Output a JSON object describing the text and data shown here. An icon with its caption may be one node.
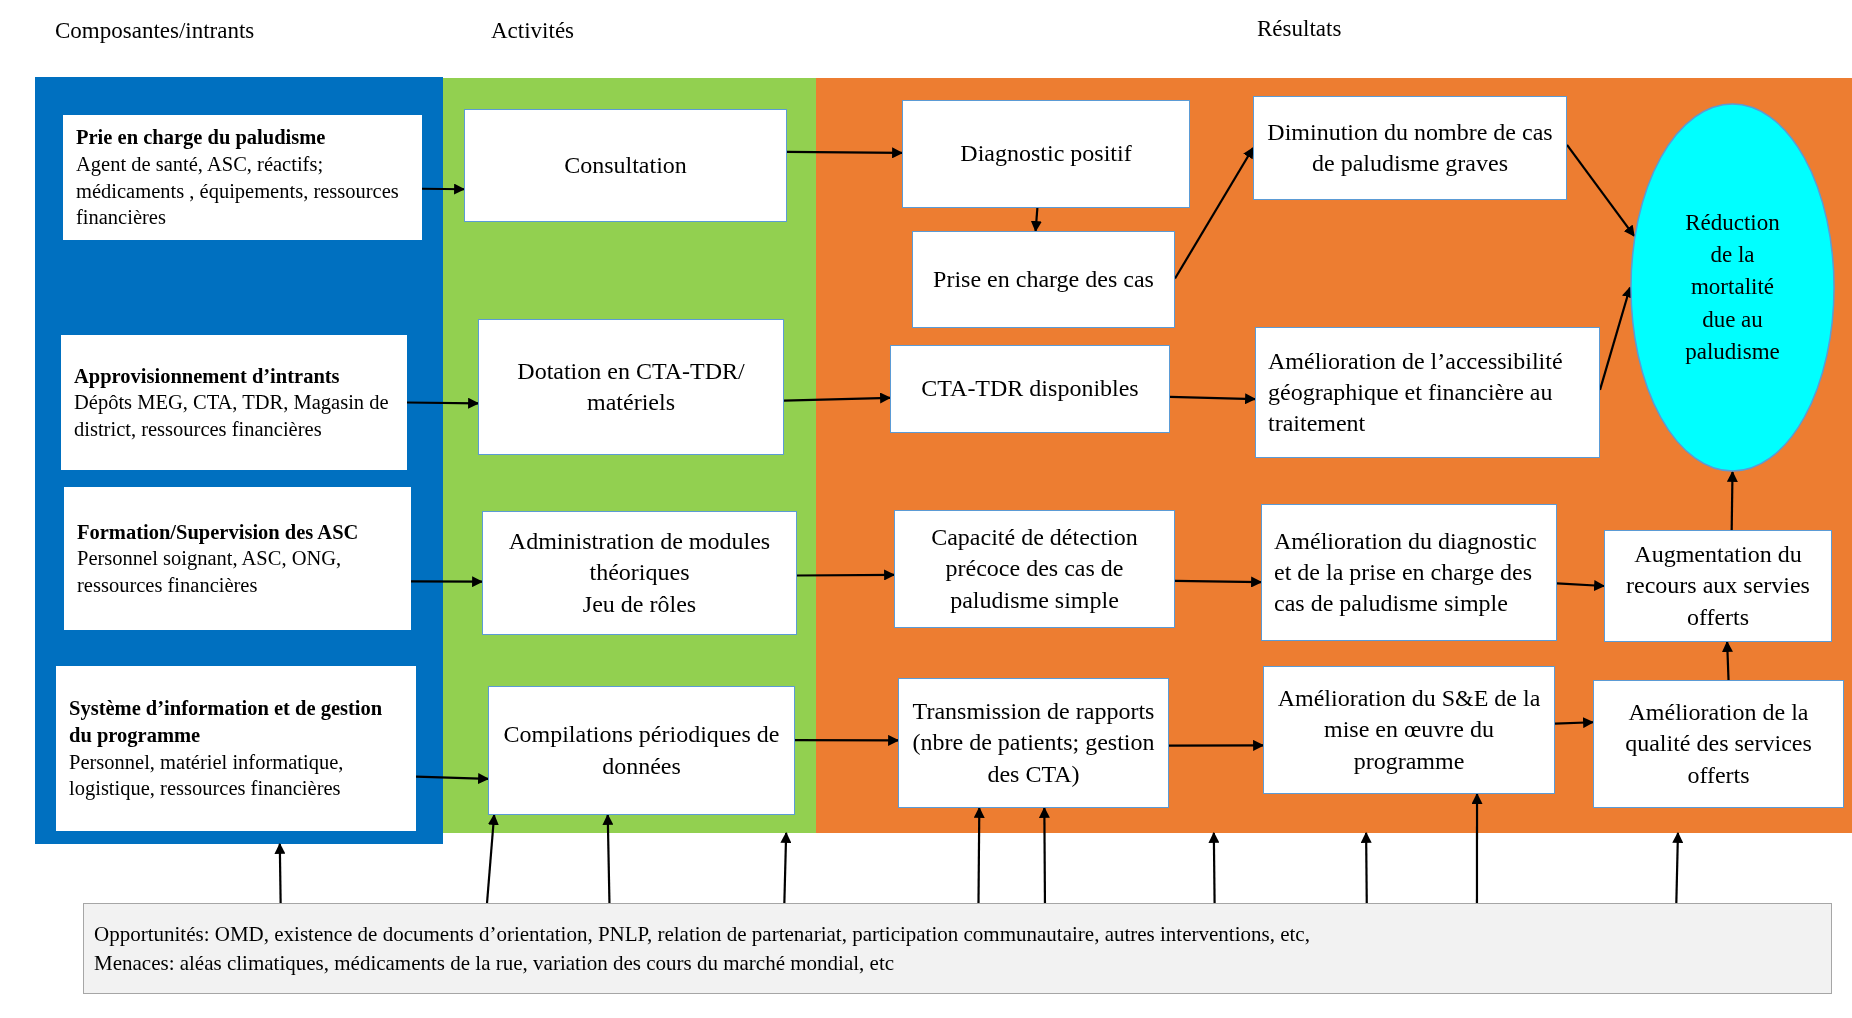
{
  "diagram": {
    "nodes": [
      {
        "text": [
          "Composantes/intrants"
        ]
      },
      {
        "text": [
          "Activités"
        ]
      },
      {
        "text": [
          "Résultats"
        ]
      },
      {
        "text": [
          "Prie en charge du paludisme",
          "Agent de santé, ASC, réactifs; médicaments , équipements, ressources financières"
        ],
        "in": 0
      },
      {
        "text": [
          "Approvisionnement d’intrants",
          "Dépôts MEG, CTA, TDR, Magasin de district, ressources financières"
        ],
        "in": 0
      },
      {
        "text": [
          "Formation/Supervision des ASC",
          "Personnel soignant, ASC, ONG, ressources financières"
        ],
        "in": 0
      },
      {
        "text": [
          "Système d’information et de gestion du programme",
          "Personnel, matériel informatique, logistique, ressources financières"
        ],
        "in": 0
      },
      {
        "text": [
          "Consultation"
        ],
        "in": 1
      },
      {
        "text": [
          "Dotation en CTA-TDR/ matériels"
        ],
        "in": 1
      },
      {
        "text": [
          "Administration de modules théoriques",
          "Jeu de rôles"
        ],
        "in": 1
      },
      {
        "text": [
          "Compilations périodiques de données"
        ],
        "in": 1
      },
      {
        "text": [
          "Diagnostic positif"
        ],
        "in": 2
      },
      {
        "text": [
          "Prise en charge des cas"
        ],
        "in": 2
      },
      {
        "text": [
          "CTA-TDR disponibles"
        ],
        "in": 2
      },
      {
        "text": [
          "Capacité de détection précoce des cas de paludisme simple"
        ],
        "in": 2
      },
      {
        "text": [
          "Transmission de rapports (nbre de patients; gestion des CTA)"
        ],
        "in": 2
      },
      {
        "text": [
          "Diminution du nombre de cas de paludisme graves"
        ],
        "in": 2
      },
      {
        "text": [
          "Amélioration de l’accessibilité géographique et financière au traitement"
        ],
        "in": 2
      },
      {
        "text": [
          "Amélioration  du diagnostic et de la prise en charge des cas de paludisme simple"
        ],
        "in": 2
      },
      {
        "text": [
          "Amélioration du S&E de la mise en œuvre du programme"
        ],
        "in": 2
      },
      {
        "text": [
          "Réduction de la mortalité due au paludisme"
        ],
        "in": 2
      },
      {
        "text": [
          "Augmentation du recours aux servies offerts"
        ],
        "in": 2
      },
      {
        "text": [
          "Amélioration de la qualité des services offerts"
        ],
        "in": 2
      },
      {
        "text": [
          "Opportunités: OMD, existence de documents d’orientation, PNLP, relation de partenariat, participation communautaire, autres interventions, etc,",
          "Menaces: aléas climatiques, médicaments de la rue, variation des cours du marché mondial, etc"
        ]
      }
    ],
    "edges": [
      {
        "from": 3,
        "to": 7,
        "arrow": "to"
      },
      {
        "from": 4,
        "to": 8,
        "arrow": "to"
      },
      {
        "from": 5,
        "to": 9,
        "arrow": "to"
      },
      {
        "from": 6,
        "to": 10,
        "arrow": "to"
      },
      {
        "from": 7,
        "to": 11,
        "arrow": "to"
      },
      {
        "from": 8,
        "to": 13,
        "arrow": "to"
      },
      {
        "from": 9,
        "to": 14,
        "arrow": "to"
      },
      {
        "from": 10,
        "to": 15,
        "arrow": "to"
      },
      {
        "from": 11,
        "to": 12,
        "arrow": "to"
      },
      {
        "from": 12,
        "to": 16,
        "arrow": "to"
      },
      {
        "from": 13,
        "to": 17,
        "arrow": "to"
      },
      {
        "from": 14,
        "to": 18,
        "arrow": "to"
      },
      {
        "from": 15,
        "to": 19,
        "arrow": "to"
      },
      {
        "from": 16,
        "to": 20,
        "arrow": "to"
      },
      {
        "from": 17,
        "to": 20,
        "arrow": "to"
      },
      {
        "from": 18,
        "to": 21,
        "arrow": "to"
      },
      {
        "from": 19,
        "to": 22,
        "arrow": "to"
      },
      {
        "from": 22,
        "to": 21,
        "arrow": "to"
      },
      {
        "from": 21,
        "to": 20,
        "arrow": "to"
      },
      {
        "from": 23,
        "to": 0,
        "arrow": "to"
      },
      {
        "from": 23,
        "to": 10,
        "arrow": "to"
      },
      {
        "from": 23,
        "to": 10,
        "arrow": "to"
      },
      {
        "from": 23,
        "to": 1,
        "arrow": "to"
      },
      {
        "from": 23,
        "to": 15,
        "arrow": "to"
      },
      {
        "from": 23,
        "to": 15,
        "arrow": "to"
      },
      {
        "from": 23,
        "to": 2,
        "arrow": "to"
      },
      {
        "from": 23,
        "to": 2,
        "arrow": "to"
      },
      {
        "from": 23,
        "to": 19,
        "arrow": "to"
      },
      {
        "from": 23,
        "to": 2,
        "arrow": "to"
      }
    ]
  }
}
